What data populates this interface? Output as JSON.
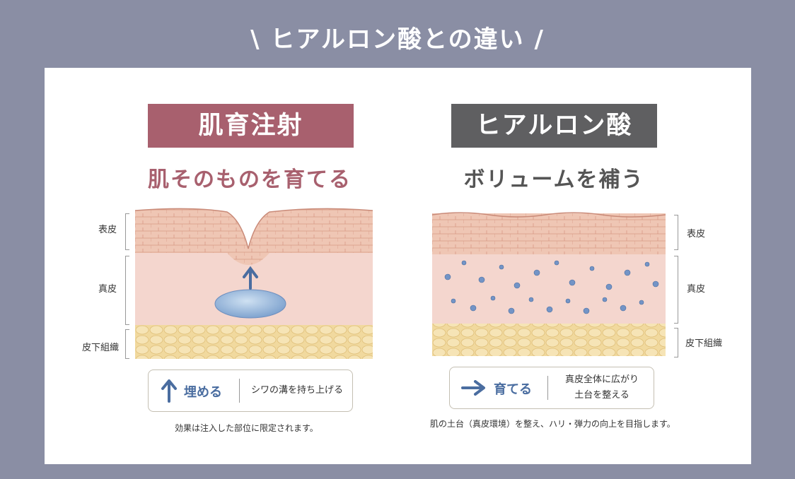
{
  "title": "\\ ヒアルロン酸との違い /",
  "left": {
    "label": "肌育注射",
    "subtitle": "肌そのものを育てる",
    "layers": [
      "表皮",
      "真皮",
      "皮下組織"
    ],
    "effect_key": "埋める",
    "effect_desc": "シワの溝を持ち上げる",
    "footnote": "効果は注入した部位に限定されます。"
  },
  "right": {
    "label": "ヒアルロン酸",
    "subtitle": "ボリュームを補う",
    "layers": [
      "表皮",
      "真皮",
      "皮下組織"
    ],
    "effect_key": "育てる",
    "effect_desc_line1": "真皮全体に広がり",
    "effect_desc_line2": "土台を整える",
    "footnote": "肌の土台（真皮環境）を整え、ハリ・弾力の向上を目指します。"
  },
  "colors": {
    "background": "#8a8ea4",
    "left_label_bg": "#a8606e",
    "left_subtitle": "#a8606e",
    "right_label_bg": "#5f5f61",
    "right_subtitle": "#555555",
    "accent_blue": "#4a6da0",
    "epidermis": "#efc6b4",
    "dermis": "#f4d6ce",
    "fat": "#f1d99e"
  }
}
